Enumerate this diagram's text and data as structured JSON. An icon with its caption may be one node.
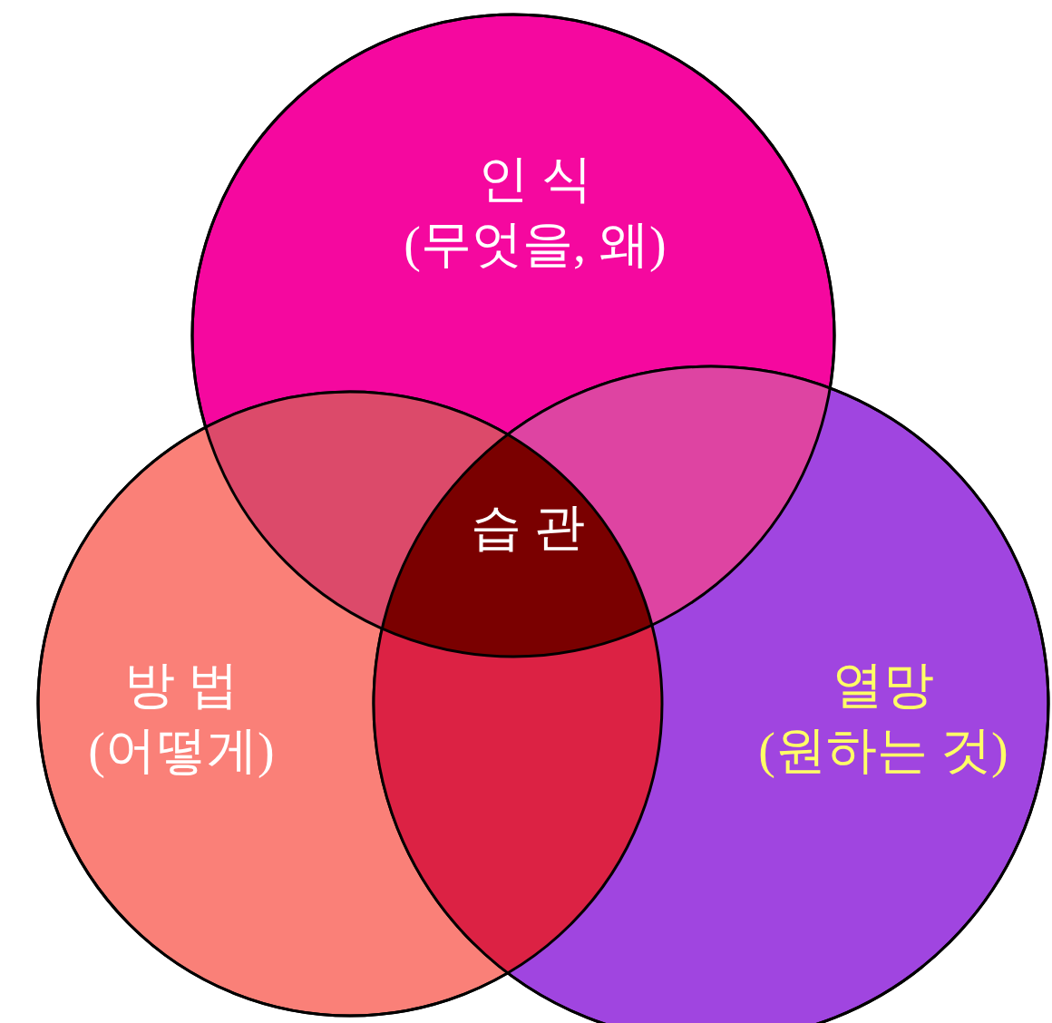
{
  "diagram": {
    "nodes": [
      {
        "text": [
          "인 식",
          "(무엇을, 왜)"
        ]
      },
      {
        "text": [
          "방 법",
          "(어떻게)"
        ]
      },
      {
        "text": [
          "열망",
          "(원하는 것)"
        ]
      },
      {
        "text": [
          "습 관"
        ]
      },
      {
        "text": [],
        "shape": "lens"
      },
      {
        "text": [],
        "shape": "lens"
      },
      {
        "text": [],
        "shape": "lens"
      }
    ]
  }
}
